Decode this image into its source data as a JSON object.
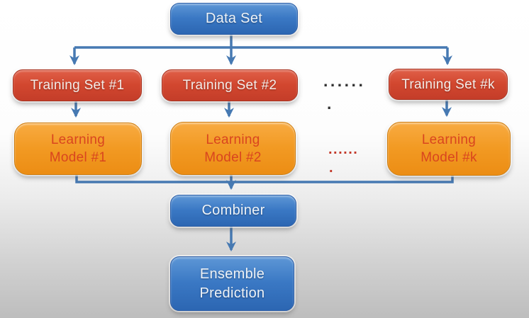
{
  "diagram": {
    "nodes": {
      "data_set": "Data Set",
      "training_set_1": "Training Set #1",
      "training_set_2": "Training Set #2",
      "training_set_k": "Training Set #k",
      "learning_model_1": "Learning\nModel #1",
      "learning_model_2": "Learning\nModel #2",
      "learning_model_k": "Learning\nModel #k",
      "combiner": "Combiner",
      "ensemble_prediction": "Ensemble\nPrediction"
    },
    "ellipsis": {
      "training_row": "......",
      "training_row_extra": ".",
      "model_row": "......",
      "model_row_extra": "."
    },
    "edges": [
      {
        "from": "data_set",
        "to": "training_set_1"
      },
      {
        "from": "data_set",
        "to": "training_set_2"
      },
      {
        "from": "data_set",
        "to": "training_set_k"
      },
      {
        "from": "training_set_1",
        "to": "learning_model_1"
      },
      {
        "from": "training_set_2",
        "to": "learning_model_2"
      },
      {
        "from": "training_set_k",
        "to": "learning_model_k"
      },
      {
        "from": "learning_model_1",
        "to": "combiner"
      },
      {
        "from": "learning_model_2",
        "to": "combiner"
      },
      {
        "from": "learning_model_k",
        "to": "combiner"
      },
      {
        "from": "combiner",
        "to": "ensemble_prediction"
      }
    ],
    "colors": {
      "blue_box": "#3a78c4",
      "red_box": "#d2472f",
      "orange_box": "#f29a23",
      "orange_box_text": "#d9451f",
      "arrow": "#4679b2",
      "training_dots": "#333333",
      "model_dots": "#c2392a",
      "background_top": "#ffffff",
      "background_bottom": "#bdbdbd"
    }
  }
}
